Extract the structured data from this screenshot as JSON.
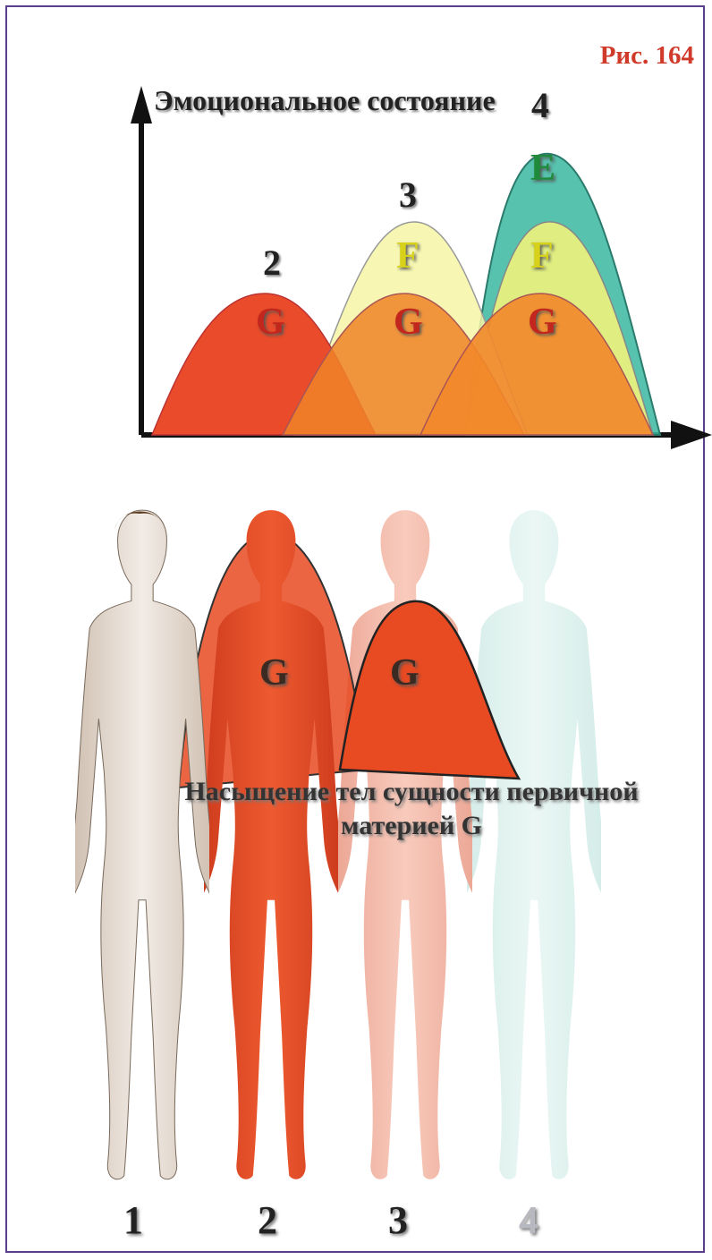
{
  "figure_label": "Рис. 164",
  "chart_title": "Эмоциональное  состояние",
  "peak_labels": [
    "2",
    "3",
    "4"
  ],
  "curve_letters": {
    "g": "G",
    "f": "F",
    "e": "E"
  },
  "caption": {
    "line1": "Насыщение тел сущности первичной",
    "line2": "материей G"
  },
  "figure_numbers": [
    "1",
    "2",
    "3",
    "4"
  ],
  "colors": {
    "frame": "#5a3f8c",
    "figure_label": "#d03a2a",
    "g_curve": "#e8452a",
    "f_curve": "#f0f27a",
    "e_curve": "#34b89c",
    "body_1": "#e9e1d8",
    "body_2": "#e24a22",
    "body_3": "#f2b9a8",
    "body_4": "#d4eee9"
  }
}
